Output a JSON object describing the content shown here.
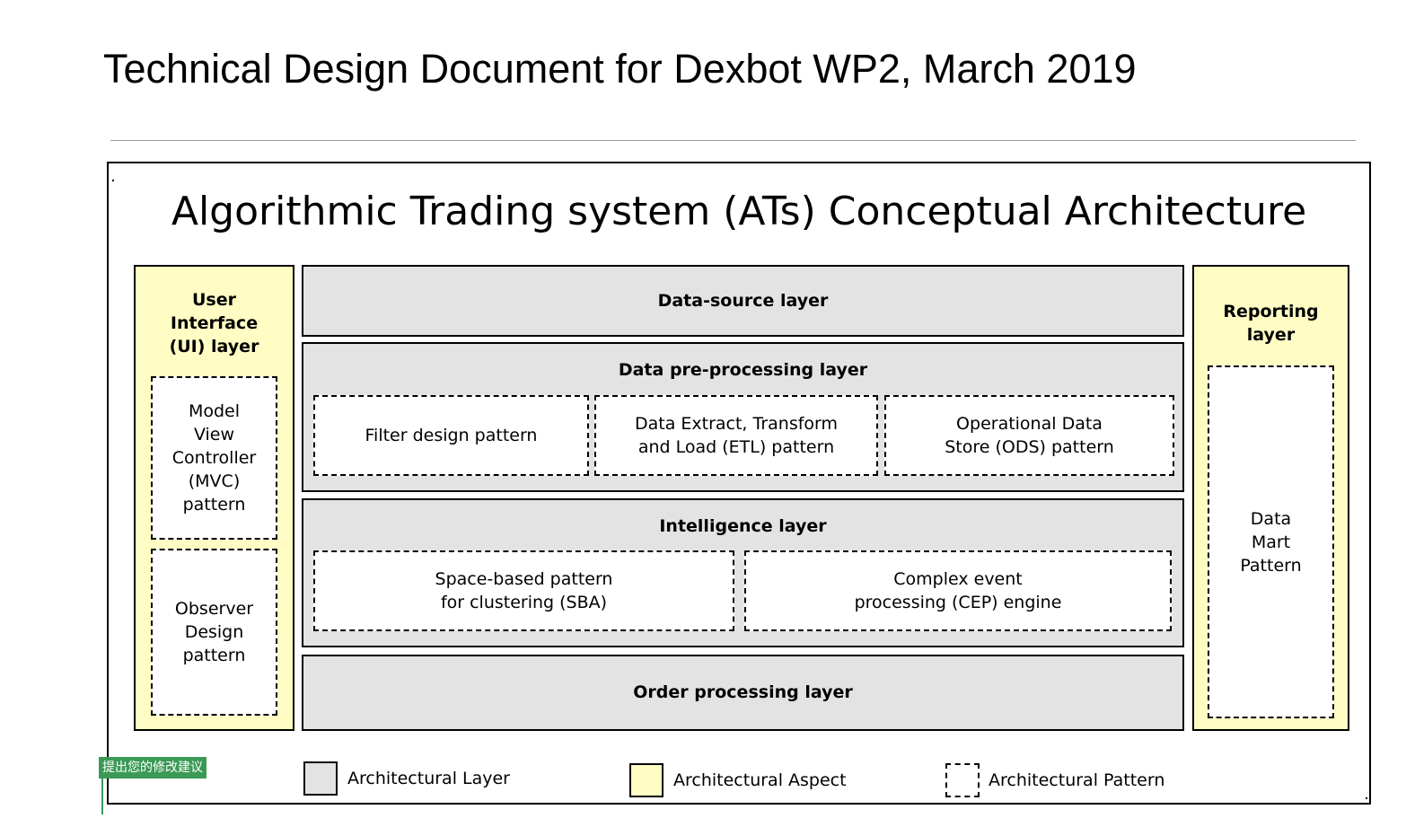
{
  "header": {
    "title": "Technical Design Document for Dexbot WP2, March 2019"
  },
  "diagram": {
    "title": "Algorithmic Trading system (ATs) Conceptual Architecture",
    "ui_layer": {
      "label": "User\nInterface\n(UI) layer",
      "patterns": [
        "Model\nView\nController\n(MVC)\npattern",
        "Observer\nDesign\npattern"
      ]
    },
    "data_source_layer": {
      "label": "Data-source layer"
    },
    "preprocessing_layer": {
      "label": "Data pre-processing layer",
      "patterns": [
        "Filter design pattern",
        "Data Extract, Transform\nand Load (ETL) pattern",
        "Operational Data\nStore (ODS) pattern"
      ]
    },
    "intelligence_layer": {
      "label": "Intelligence layer",
      "patterns": [
        "Space-based pattern\nfor clustering (SBA)",
        "Complex event\nprocessing (CEP) engine"
      ]
    },
    "order_layer": {
      "label": "Order processing layer"
    },
    "reporting_layer": {
      "label": "Reporting\nlayer",
      "patterns": [
        "Data\nMart\nPattern"
      ]
    },
    "legend": {
      "layer": "Architectural Layer",
      "aspect": "Architectural Aspect",
      "pattern": "Architectural Pattern"
    }
  },
  "comment_tag": {
    "label": "提出您的修改建议"
  },
  "colors": {
    "layer": "#e3e3e3",
    "aspect": "#fffdc4",
    "tag": "#3a9a55"
  }
}
